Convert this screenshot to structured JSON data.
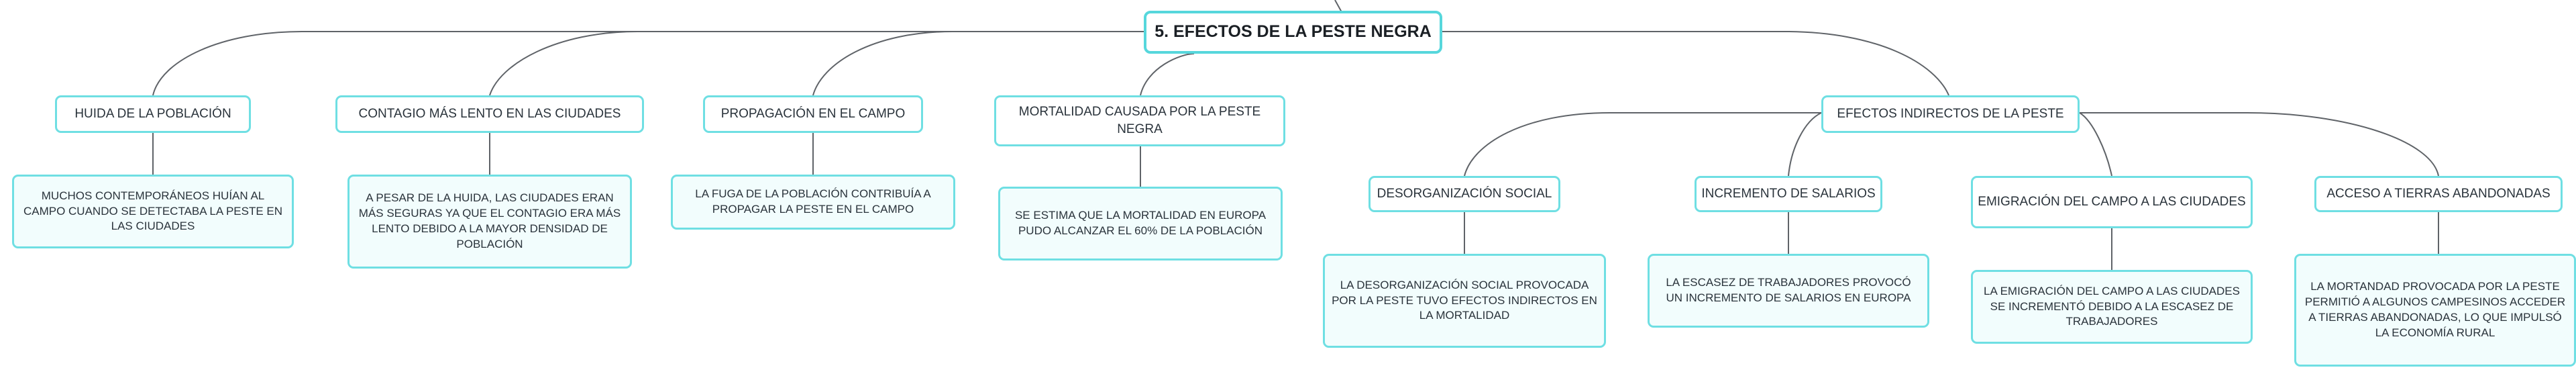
{
  "root": {
    "label": "5. EFECTOS DE LA PESTE NEGRA"
  },
  "branches": [
    {
      "label": "HUIDA DE LA POBLACIÓN",
      "detail": "MUCHOS CONTEMPORÁNEOS HUÍAN AL CAMPO CUANDO SE DETECTABA LA PESTE EN LAS CIUDADES"
    },
    {
      "label": "CONTAGIO MÁS LENTO EN LAS CIUDADES",
      "detail": "A PESAR DE LA HUIDA, LAS CIUDADES ERAN MÁS SEGURAS YA QUE EL CONTAGIO ERA MÁS LENTO DEBIDO A LA MAYOR DENSIDAD DE POBLACIÓN"
    },
    {
      "label": "PROPAGACIÓN EN EL CAMPO",
      "detail": "LA FUGA DE LA POBLACIÓN CONTRIBUÍA A PROPAGAR LA PESTE EN EL CAMPO"
    },
    {
      "label": "MORTALIDAD CAUSADA POR LA PESTE NEGRA",
      "detail": "SE ESTIMA QUE LA MORTALIDAD EN EUROPA PUDO ALCANZAR EL 60% DE LA POBLACIÓN"
    },
    {
      "label": "EFECTOS INDIRECTOS DE LA PESTE"
    }
  ],
  "indirect_effects": [
    {
      "label": "DESORGANIZACIÓN SOCIAL",
      "detail": "LA DESORGANIZACIÓN SOCIAL PROVOCADA POR LA PESTE TUVO EFECTOS INDIRECTOS EN LA MORTALIDAD"
    },
    {
      "label": "INCREMENTO DE SALARIOS",
      "detail": "LA ESCASEZ DE TRABAJADORES PROVOCÓ UN INCREMENTO DE SALARIOS EN EUROPA"
    },
    {
      "label": "EMIGRACIÓN DEL CAMPO A LAS CIUDADES",
      "detail": "LA EMIGRACIÓN DEL CAMPO A LAS CIUDADES SE INCREMENTÓ DEBIDO A LA ESCASEZ DE TRABAJADORES"
    },
    {
      "label": "ACCESO A TIERRAS ABANDONADAS",
      "detail": "LA MORTANDAD PROVOCADA POR LA PESTE PERMITIÓ A ALGUNOS CAMPESINOS ACCEDER A TIERRAS ABANDONADAS, LO QUE IMPULSÓ LA ECONOMÍA RURAL"
    }
  ]
}
